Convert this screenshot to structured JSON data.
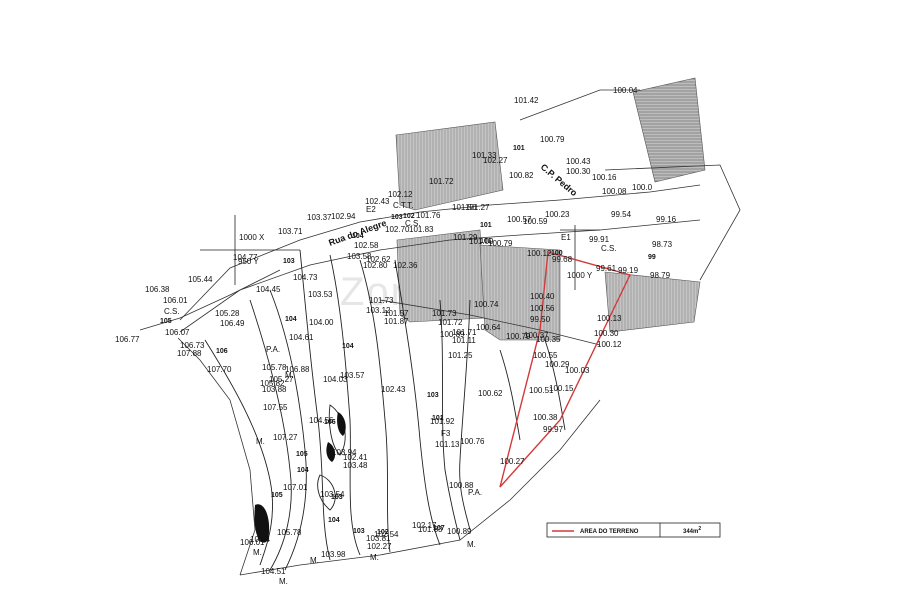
{
  "watermark": "Zome",
  "street_name": "Rua do Alegre",
  "station": "C.P. Pedro",
  "elevations": [
    {
      "text": "101.42"
    },
    {
      "text": "100.04"
    },
    {
      "text": "100.79"
    },
    {
      "text": "101.33"
    },
    {
      "text": "102.27"
    },
    {
      "text": "100.82"
    },
    {
      "text": "100.43"
    },
    {
      "text": "100.30"
    },
    {
      "text": "100.16"
    },
    {
      "text": "100.08"
    },
    {
      "text": "100.0"
    },
    {
      "text": "101.72"
    },
    {
      "text": "102.12"
    },
    {
      "text": "102.43"
    },
    {
      "text": "103.37"
    },
    {
      "text": "102.94"
    },
    {
      "text": "101.76"
    },
    {
      "text": "101.50"
    },
    {
      "text": "101.27"
    },
    {
      "text": "100.57"
    },
    {
      "text": "100.59"
    },
    {
      "text": "100.23"
    },
    {
      "text": "99.54"
    },
    {
      "text": "99.16"
    },
    {
      "text": "102.70"
    },
    {
      "text": "101.83"
    },
    {
      "text": "101.29"
    },
    {
      "text": "101.09"
    },
    {
      "text": "100.79"
    },
    {
      "text": "99.91"
    },
    {
      "text": "98.73"
    },
    {
      "text": "100.12"
    },
    {
      "text": "99.68"
    },
    {
      "text": "99.61"
    },
    {
      "text": "99.19"
    },
    {
      "text": "98.79"
    },
    {
      "text": "103.71"
    },
    {
      "text": "102.58"
    },
    {
      "text": "103.58"
    },
    {
      "text": "102.62"
    },
    {
      "text": "102.80"
    },
    {
      "text": "102.36"
    },
    {
      "text": "104.77"
    },
    {
      "text": "106.38"
    },
    {
      "text": "105.44"
    },
    {
      "text": "104.45"
    },
    {
      "text": "104.73"
    },
    {
      "text": "106.01"
    },
    {
      "text": "105.28"
    },
    {
      "text": "106.49"
    },
    {
      "text": "103.53"
    },
    {
      "text": "101.73"
    },
    {
      "text": "103.12"
    },
    {
      "text": "101.57"
    },
    {
      "text": "101.87"
    },
    {
      "text": "101.73"
    },
    {
      "text": "100.74"
    },
    {
      "text": "100.40"
    },
    {
      "text": "100.56"
    },
    {
      "text": "99.50"
    },
    {
      "text": "100.13"
    },
    {
      "text": "100.30"
    },
    {
      "text": "100.12"
    },
    {
      "text": "100.35"
    },
    {
      "text": "100.37"
    },
    {
      "text": "100.79"
    },
    {
      "text": "100.64"
    },
    {
      "text": "101.72"
    },
    {
      "text": "100.89"
    },
    {
      "text": "101.71"
    },
    {
      "text": "101.11"
    },
    {
      "text": "101.25"
    },
    {
      "text": "106.77"
    },
    {
      "text": "106.07"
    },
    {
      "text": "106.73"
    },
    {
      "text": "107.88"
    },
    {
      "text": "104.00"
    },
    {
      "text": "104.61"
    },
    {
      "text": "107.70"
    },
    {
      "text": "105.78"
    },
    {
      "text": "106.88"
    },
    {
      "text": "105.82"
    },
    {
      "text": "105.27"
    },
    {
      "text": "103.57"
    },
    {
      "text": "104.03"
    },
    {
      "text": "102.43"
    },
    {
      "text": "100.55"
    },
    {
      "text": "100.29"
    },
    {
      "text": "100.03"
    },
    {
      "text": "100.51"
    },
    {
      "text": "100.15"
    },
    {
      "text": "100.62"
    },
    {
      "text": "100.38"
    },
    {
      "text": "99.97"
    },
    {
      "text": "107.55"
    },
    {
      "text": "104.56"
    },
    {
      "text": "101.92"
    },
    {
      "text": "107.27"
    },
    {
      "text": "103.94"
    },
    {
      "text": "101.13"
    },
    {
      "text": "100.76"
    },
    {
      "text": "103.48"
    },
    {
      "text": "102.41"
    },
    {
      "text": "100.27"
    },
    {
      "text": "107.01"
    },
    {
      "text": "100.88"
    },
    {
      "text": "103.54"
    },
    {
      "text": "105.78"
    },
    {
      "text": "102.54"
    },
    {
      "text": "102.17"
    },
    {
      "text": "106.01"
    },
    {
      "text": "103.98"
    },
    {
      "text": "102.27"
    },
    {
      "text": "103.81"
    },
    {
      "text": "101.83"
    },
    {
      "text": "100.89"
    },
    {
      "text": "104.51"
    },
    {
      "text": "106.4"
    },
    {
      "text": "103.88"
    }
  ],
  "markers": [
    {
      "text": "C.T.T."
    },
    {
      "text": "E2"
    },
    {
      "text": "C.S."
    },
    {
      "text": "C.S."
    },
    {
      "text": "C.S."
    },
    {
      "text": "E1"
    },
    {
      "text": "1000 X"
    },
    {
      "text": "950 Y"
    },
    {
      "text": "1000 Y"
    },
    {
      "text": "P.A."
    },
    {
      "text": "P.A."
    },
    {
      "text": "F3"
    },
    {
      "text": "M."
    },
    {
      "text": "M."
    },
    {
      "text": "M."
    },
    {
      "text": "M."
    },
    {
      "text": "M."
    },
    {
      "text": "M."
    },
    {
      "text": "M."
    }
  ],
  "contour_tags": [
    {
      "text": "101"
    },
    {
      "text": "103"
    },
    {
      "text": "102"
    },
    {
      "text": "104"
    },
    {
      "text": "101"
    },
    {
      "text": "101"
    },
    {
      "text": "103"
    },
    {
      "text": "104"
    },
    {
      "text": "104"
    },
    {
      "text": "103"
    },
    {
      "text": "100"
    },
    {
      "text": "99"
    },
    {
      "text": "105"
    },
    {
      "text": "106"
    },
    {
      "text": "106"
    },
    {
      "text": "105"
    },
    {
      "text": "104"
    },
    {
      "text": "103"
    },
    {
      "text": "102"
    },
    {
      "text": "107"
    },
    {
      "text": "105"
    },
    {
      "text": "104"
    },
    {
      "text": "103"
    },
    {
      "text": "101"
    }
  ],
  "legend": {
    "label": "AREA DO TERRENO",
    "value": "344m",
    "exp": "2",
    "line_color": "#d23a3a"
  },
  "colors": {
    "building_hatch": "#8a8a8a",
    "plot_boundary": "#d23a3a"
  }
}
